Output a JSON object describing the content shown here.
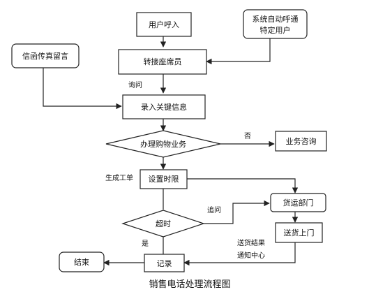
{
  "nodes": {
    "user_call": "用户呼入",
    "auto_dial": [
      "系统自动呼通",
      "特定用户"
    ],
    "fax_message": "信函传真留言",
    "transfer_agent": "转接座席员",
    "record_key_info": "录入关键信息",
    "shopping_business": "办理购物业务",
    "business_consult": "业务咨询",
    "set_time_limit": "设置时限",
    "shipping_dept": "货运部门",
    "delivery": "送货上门",
    "overtime": "超时",
    "record": "记录",
    "end": "结束"
  },
  "edges": {
    "inquire": "询问",
    "no": "否",
    "create_ticket": "生成工单",
    "follow_up": "追问",
    "yes": "是",
    "notify_result": [
      "送货结果",
      "通知中心"
    ]
  },
  "caption": "销售电话处理流程图"
}
